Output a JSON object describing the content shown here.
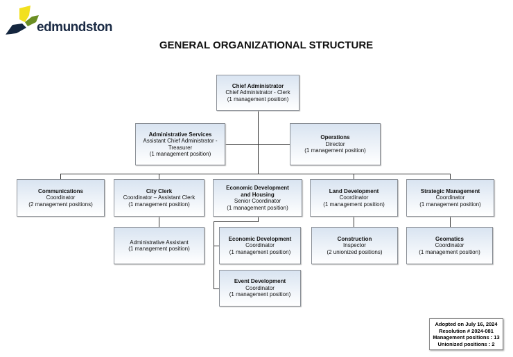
{
  "logo": {
    "text": "edmundston"
  },
  "title": "GENERAL ORGANIZATIONAL STRUCTURE",
  "colors": {
    "box_top": "#d9e4f1",
    "box_bottom": "#ffffff",
    "logo_navy": "#14263f",
    "logo_green": "#6b8e23",
    "logo_yellow": "#f2e01f"
  },
  "nodes": {
    "chief": {
      "title": "Chief Administrator",
      "role": "Chief Administrator - Clerk",
      "count": "(1 management position)"
    },
    "admin": {
      "title": "Administrative Services",
      "role": "Assistant Chief Administrator -",
      "role2": "Treasurer",
      "count": "(1 management position)"
    },
    "ops": {
      "title": "Operations",
      "role": "Director",
      "count": "(1 management position)"
    },
    "comm": {
      "title": "Communications",
      "role": "Coordinator",
      "count": "(2 management positions)"
    },
    "clerk": {
      "title": "City Clerk",
      "role": "Coordinator – Assistant Clerk",
      "count": "(1 management position)"
    },
    "ecohous": {
      "title": "Economic Development",
      "title2": "and Housing",
      "role": "Senior Coordinator",
      "count": "(1 management position)"
    },
    "land": {
      "title": "Land Development",
      "role": "Coordinator",
      "count": "(1 management position)"
    },
    "strat": {
      "title": "Strategic Management",
      "role": "Coordinator",
      "count": "(1 management position)"
    },
    "asst": {
      "role": "Administrative Assistant",
      "count": "(1 management position)"
    },
    "ecodev": {
      "title": "Economic Development",
      "role": "Coordinator",
      "count": "(1 management position)"
    },
    "constr": {
      "title": "Construction",
      "role": "Inspector",
      "count": "(2 unionized positions)"
    },
    "geom": {
      "title": "Geomatics",
      "role": "Coordinator",
      "count": "(1 management position)"
    },
    "event": {
      "title": "Event Development",
      "role": "Coordinator",
      "count": "(1 management position)"
    }
  },
  "adopted": {
    "line1": "Adopted on July 16, 2024",
    "line2": "Resolution # 2024-081",
    "line3": "Management positions : 13",
    "line4": "Unionized positions : 2"
  }
}
